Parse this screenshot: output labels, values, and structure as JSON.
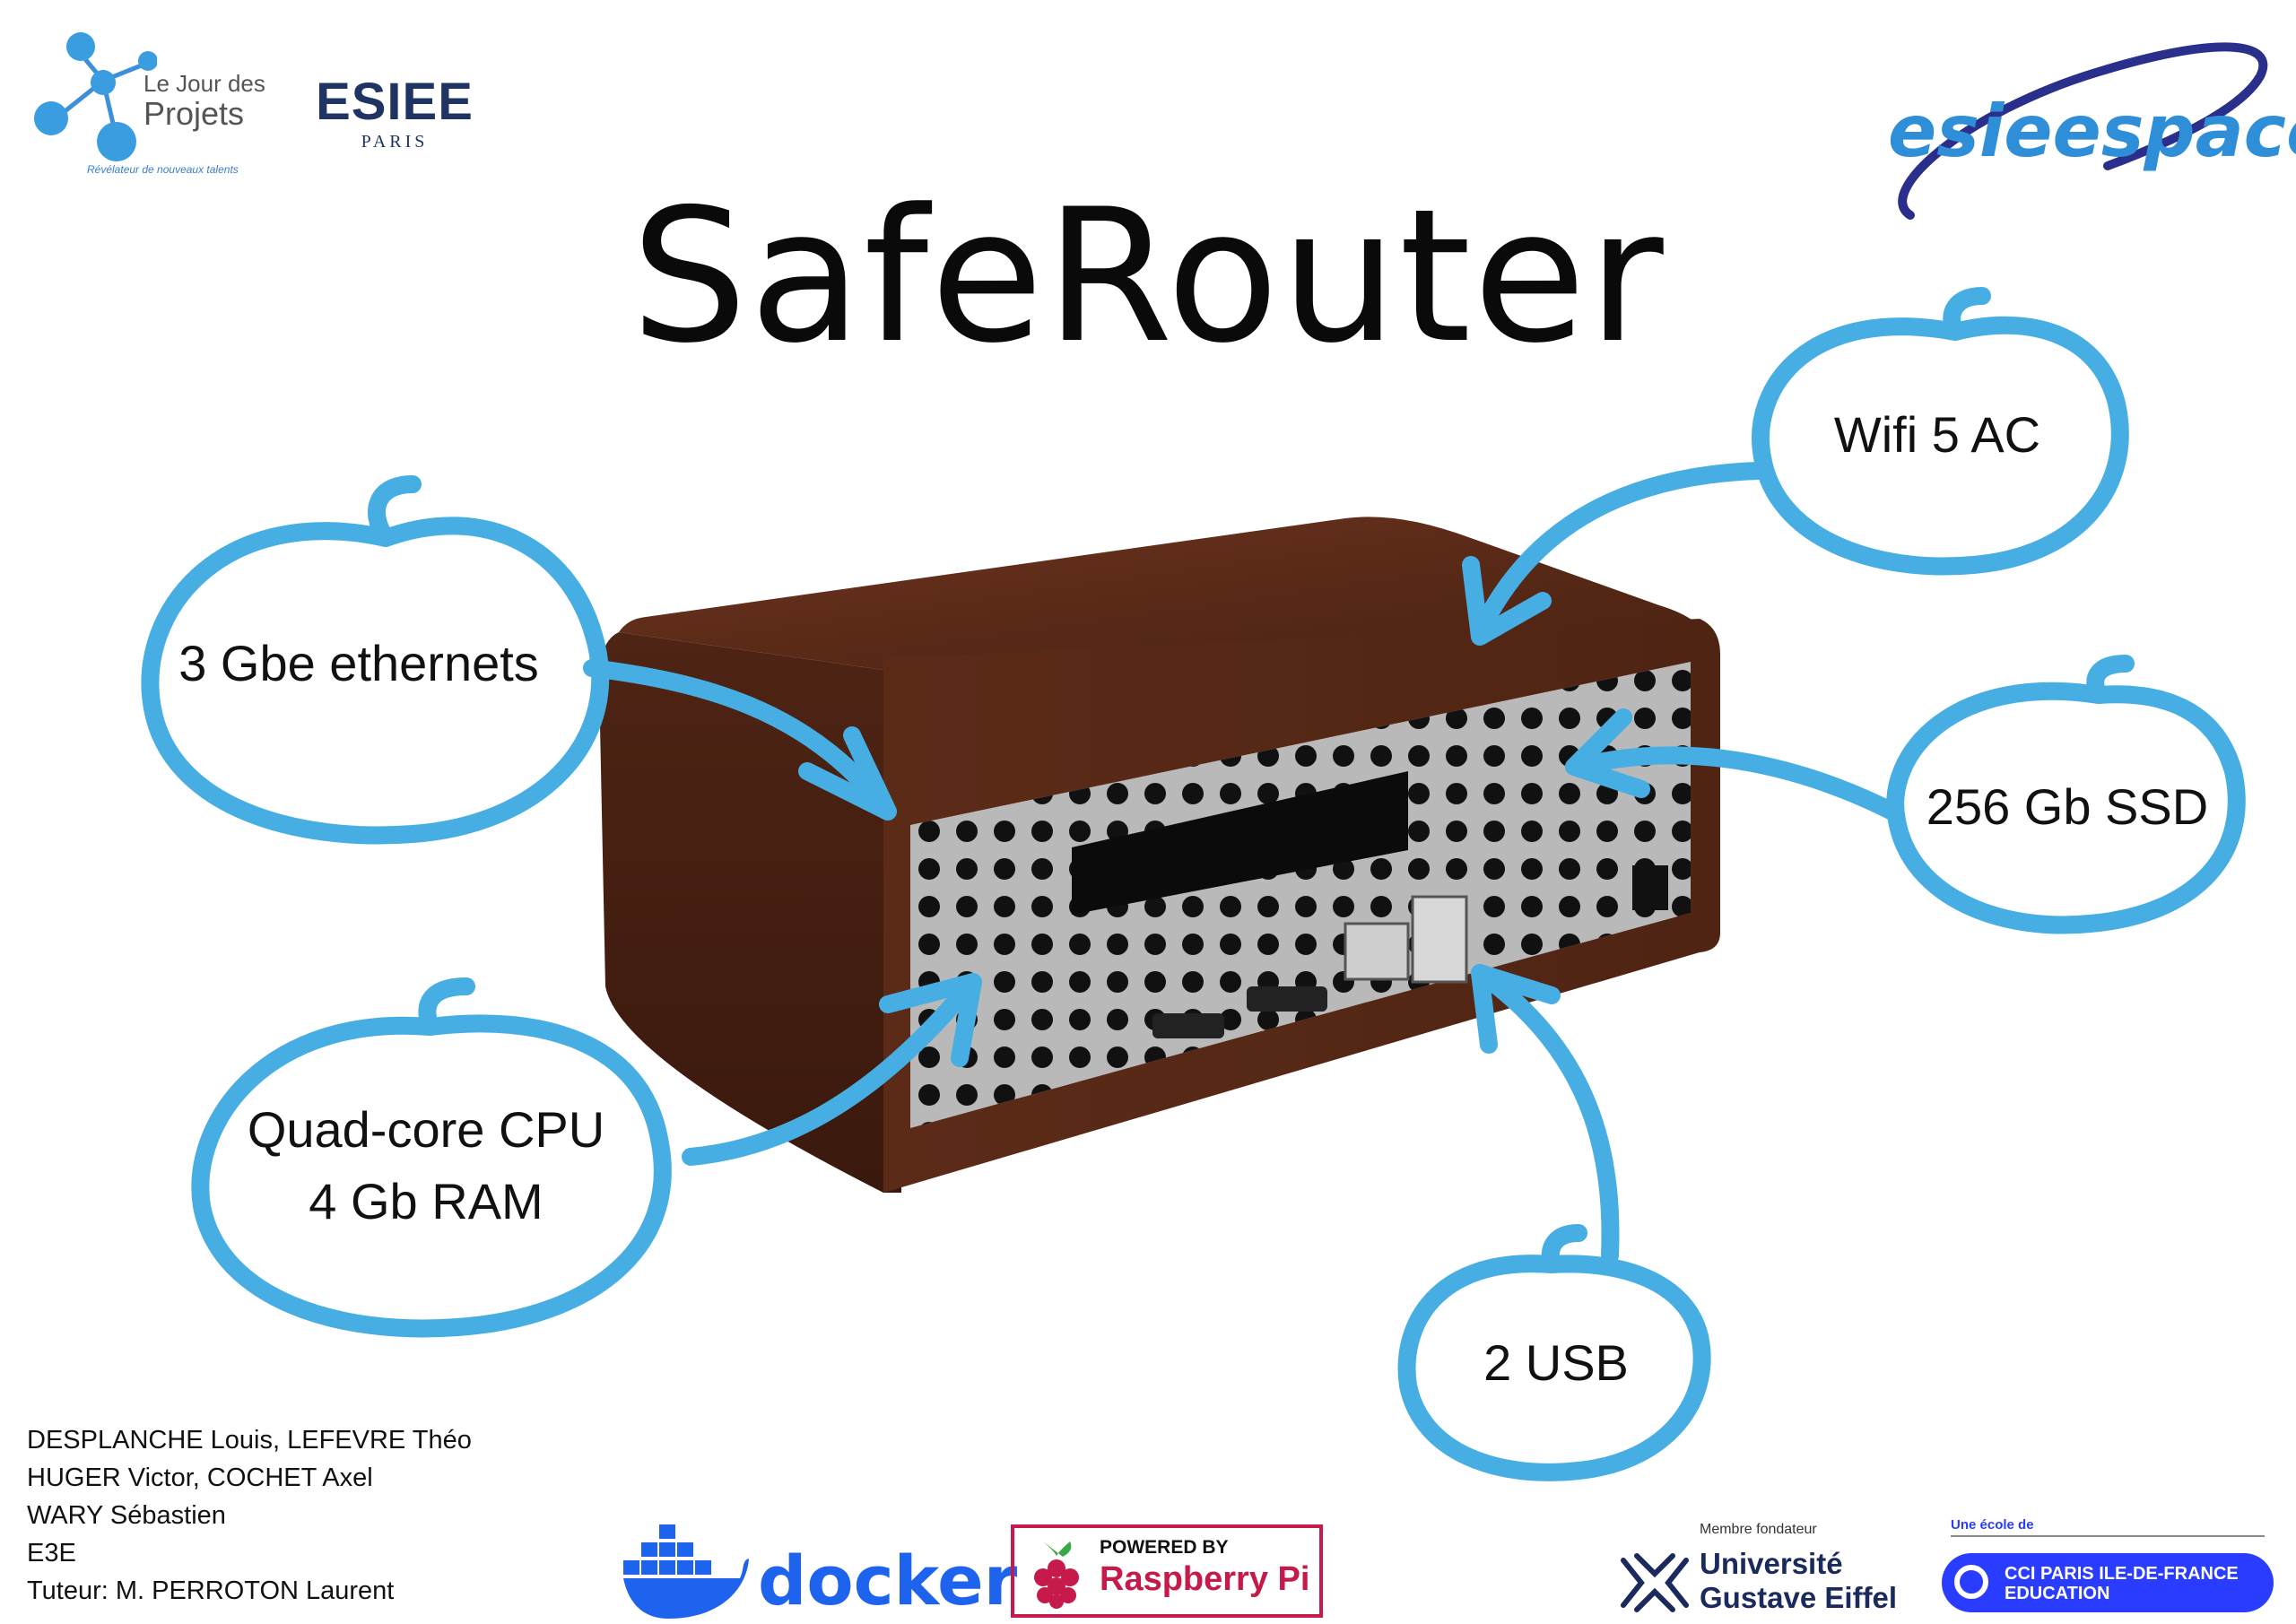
{
  "title": "SafeRouter",
  "features": {
    "ethernet": "3 Gbe ethernets",
    "wifi": "Wifi 5 AC",
    "ssd": "256 Gb SSD",
    "cpu_line1": "Quad-core CPU",
    "cpu_line2": "4 Gb RAM",
    "usb": "2 USB"
  },
  "authors": [
    "DESPLANCHE Louis, LEFEVRE Théo",
    "HUGER Victor, COCHET Axel",
    "WARY Sébastien",
    "E3E",
    "Tuteur: M. PERROTON Laurent"
  ],
  "logos": {
    "jour_des_projets": {
      "line1": "Le Jour des",
      "line2": "Projets",
      "tagline": "Révélateur de nouveaux talents"
    },
    "esiee": {
      "name": "ESIEE",
      "city": "PARIS"
    },
    "esieespace": {
      "name": "esieespace"
    },
    "docker": {
      "name": "docker"
    },
    "raspberry": {
      "line1": "POWERED BY",
      "line2": "Raspberry Pi"
    },
    "uge": {
      "caption": "Membre fondateur",
      "line1": "Université",
      "line2": "Gustave Eiffel"
    },
    "cci": {
      "caption": "Une école de",
      "line1": "CCI PARIS ILE-DE-FRANCE",
      "line2": "EDUCATION"
    }
  },
  "colors": {
    "bubble": "#47aee3",
    "wood": "#5a2a17",
    "panel": "#b9b9b9",
    "esiee_navy": "#1f3463",
    "docker_blue": "#1d63ed",
    "raspberry_red": "#c51a4a",
    "uge_navy": "#1b2a5c",
    "cci_blue": "#2a3cff"
  }
}
